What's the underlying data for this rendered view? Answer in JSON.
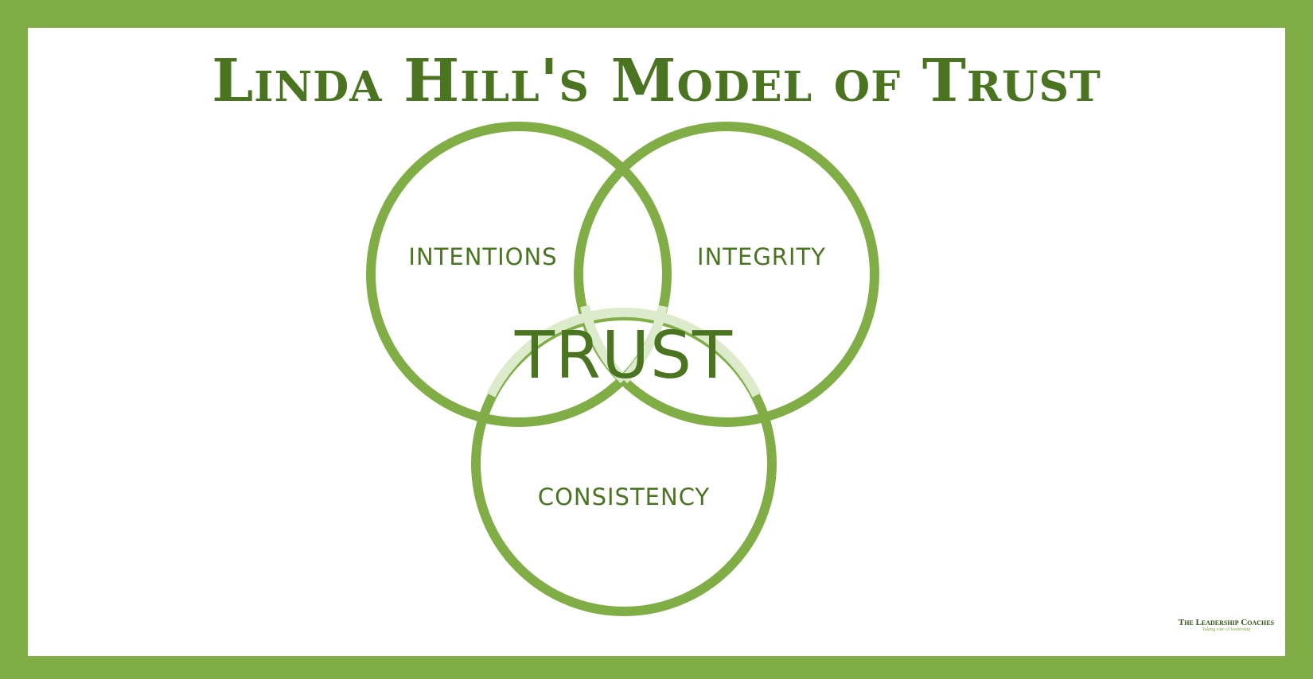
{
  "title": "Linda Hill's Model of Trust",
  "circles": {
    "intentions": "INTENTIONS",
    "integrity": "INTEGRITY",
    "consistency": "CONSISTENCY"
  },
  "center_label": "TRUST",
  "logo": {
    "name": "The Leadership Coaches",
    "tagline": "Taking care of leadership"
  },
  "colors": {
    "border_green": "#80ad45",
    "text_green": "#4a7420",
    "light_green": "#d9e8c6",
    "background": "#ffffff"
  }
}
